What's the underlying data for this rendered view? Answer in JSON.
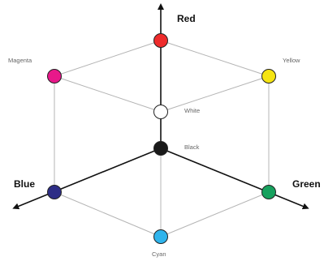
{
  "diagram": {
    "axes": {
      "red": {
        "label": "Red"
      },
      "green": {
        "label": "Green"
      },
      "blue": {
        "label": "Blue"
      }
    },
    "vertices": {
      "red": {
        "label": "",
        "color": "#ee2b2b"
      },
      "yellow": {
        "label": "Yellow",
        "color": "#f5e412"
      },
      "magenta": {
        "label": "Magenta",
        "color": "#e8188a"
      },
      "white": {
        "label": "White",
        "color": "#ffffff"
      },
      "black": {
        "label": "Black",
        "color": "#1a1a1a"
      },
      "blue": {
        "label": "",
        "color": "#2d2d86"
      },
      "green": {
        "label": "",
        "color": "#17a15e"
      },
      "cyan": {
        "label": "Cyan",
        "color": "#2fb4ec"
      }
    }
  }
}
